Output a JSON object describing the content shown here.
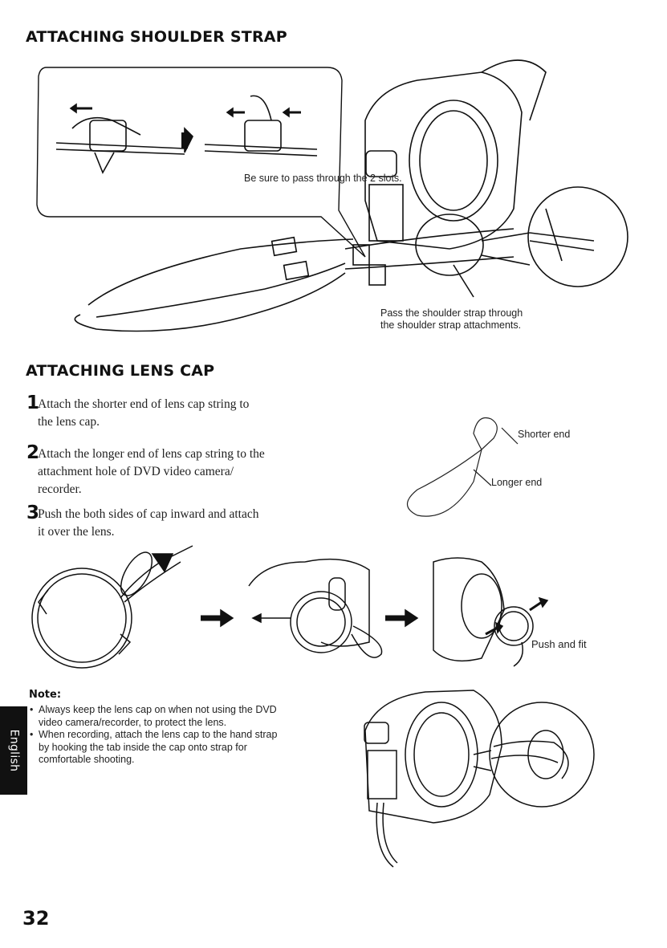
{
  "section1": {
    "title": "ATTACHING SHOULDER STRAP",
    "callout_text": "Be sure to pass through the 2 slots.",
    "caption_lines": [
      "Pass the shoulder strap through",
      "the shoulder strap attachments."
    ]
  },
  "section2": {
    "title": "ATTACHING LENS CAP",
    "steps": [
      {
        "number": "1",
        "lines": [
          "Attach the shorter end of lens cap string to",
          "the lens cap."
        ]
      },
      {
        "number": "2",
        "lines": [
          "Attach the longer end of lens cap string to the",
          "attachment hole of DVD video camera/",
          "recorder."
        ]
      },
      {
        "number": "3",
        "lines": [
          "Push the both sides of cap inward and attach",
          "it over the lens."
        ]
      }
    ],
    "string_labels": {
      "shorter": "Shorter end",
      "longer": "Longer end"
    },
    "push_label": "Push and fit"
  },
  "note": {
    "title": "Note:",
    "items": [
      [
        "Always keep the lens cap on when not using the DVD",
        "video camera/recorder, to protect the lens."
      ],
      [
        "When recording, attach the lens cap to the hand strap",
        "by hooking the tab inside the cap onto strap for",
        "comfortable shooting."
      ]
    ]
  },
  "language_tab": "English",
  "page_number": "32"
}
